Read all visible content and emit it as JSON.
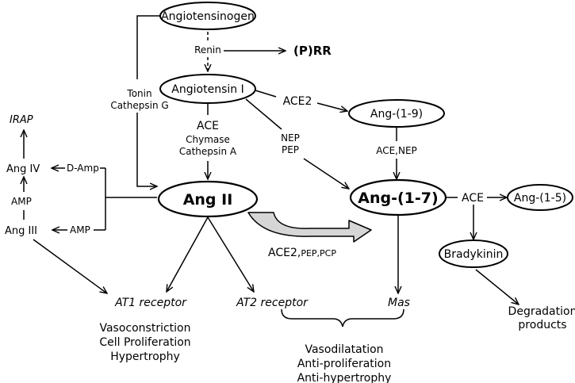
{
  "nodes": {
    "angiotensinogen": "Angiotensinogen",
    "angiotensin_i": "Angiotensin I",
    "ang_ii": "Ang II",
    "ang_1_9": "Ang-(1-9)",
    "ang_1_7": "Ang-(1-7)",
    "ang_1_5": "Ang-(1-5)",
    "bradykinin": "Bradykinin"
  },
  "labels": {
    "renin": "Renin",
    "prr": "(P)RR",
    "tonin": "Tonin",
    "cathepsin_g": "Cathepsin G",
    "ace": "ACE",
    "chymase": "Chymase",
    "cathepsin_a": "Cathepsin A",
    "ace2": "ACE2",
    "nep": "NEP",
    "pep": "PEP",
    "ace_nep": "ACE,NEP",
    "ace_right": "ACE",
    "ace2_bottom": "ACE2,",
    "pep_pcp": "PEP,PCP",
    "irap": "IRAP",
    "ang_iv": "Ang IV",
    "d_amp": "D-Amp",
    "amp_left": "AMP",
    "ang_iii": "Ang III",
    "amp_right": "AMP"
  },
  "receptors": {
    "at1": "AT1 receptor",
    "at2": "AT2 receptor",
    "mas": "Mas"
  },
  "effects": {
    "at1": [
      "Vasoconstriction",
      "Cell Proliferation",
      "Hypertrophy"
    ],
    "protective": [
      "Vasodilatation",
      "Anti-proliferation",
      "Anti-hypertrophy"
    ],
    "degradation": [
      "Degradation",
      "products"
    ]
  }
}
